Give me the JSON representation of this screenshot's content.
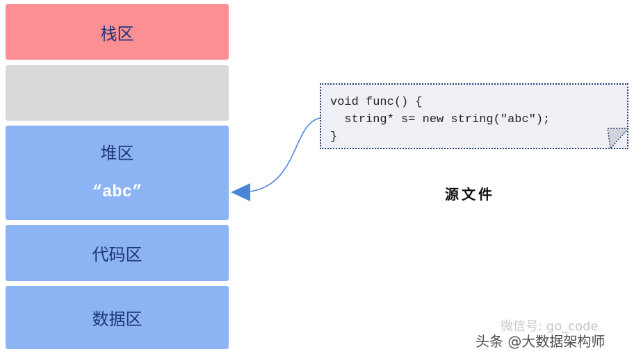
{
  "memory_regions": {
    "stack": "栈区",
    "heap": "堆区",
    "heap_value": "“abc”",
    "code": "代码区",
    "data": "数据区"
  },
  "source": {
    "code_lines": [
      "void func() {",
      "  string* s= new string(\"abc\");",
      "}"
    ],
    "caption": "源文件"
  },
  "watermark": {
    "line1": "微信号: go_code",
    "line2": "头条 @大数据架构师"
  },
  "colors": {
    "stack": "#fc8f93",
    "unused": "#d9d9d9",
    "region": "#8cb4f4",
    "arrow": "#4a86d8",
    "label": "#1e3577"
  }
}
